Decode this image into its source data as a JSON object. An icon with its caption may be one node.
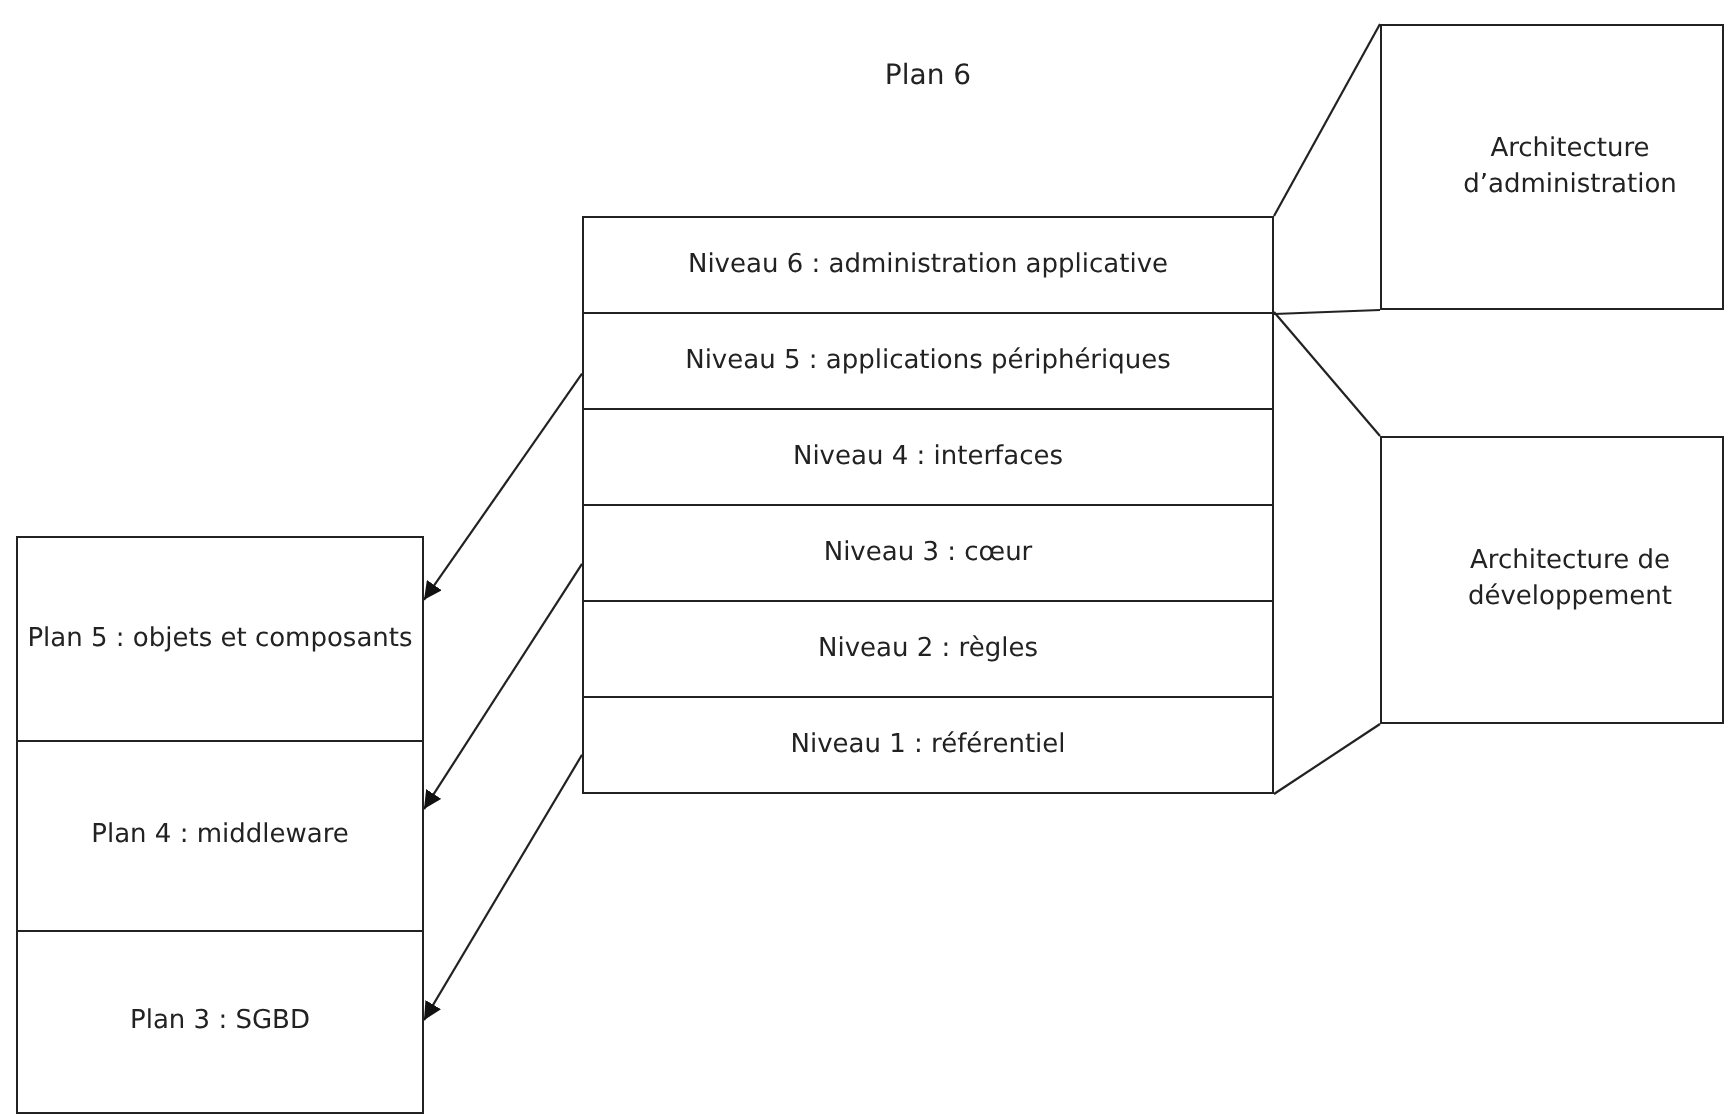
{
  "diagram": {
    "nodes": [
      {
        "text": [
          "Plan 6"
        ]
      },
      {
        "text": [
          "Niveau 6 : administration applicative"
        ],
        "in": 0
      },
      {
        "text": [
          "Niveau 5 : applications périphériques"
        ],
        "in": 0
      },
      {
        "text": [
          "Niveau 4 : interfaces"
        ],
        "in": 0
      },
      {
        "text": [
          "Niveau 3 : cœur"
        ],
        "in": 0
      },
      {
        "text": [
          "Niveau 2 : règles"
        ],
        "in": 0
      },
      {
        "text": [
          "Niveau 1 : référentiel"
        ],
        "in": 0
      },
      {
        "text": [
          "Architecture d’administration"
        ]
      },
      {
        "text": [
          "Architecture de développement"
        ]
      },
      {
        "text": [
          "Plan 5 : objets et composants"
        ]
      },
      {
        "text": [
          "Plan 4 : middleware"
        ]
      },
      {
        "text": [
          "Plan 3 : SGBD"
        ]
      }
    ],
    "edges": [
      {
        "from": 1,
        "to": 7,
        "arrow": "none"
      },
      {
        "from": 1,
        "to": 7,
        "arrow": "none"
      },
      {
        "from": 2,
        "to": 8,
        "arrow": "none"
      },
      {
        "from": 6,
        "to": 8,
        "arrow": "none"
      },
      {
        "from": 2,
        "to": 9,
        "arrow": "to"
      },
      {
        "from": 4,
        "to": 10,
        "arrow": "to"
      },
      {
        "from": 6,
        "to": 11,
        "arrow": "to"
      }
    ]
  }
}
